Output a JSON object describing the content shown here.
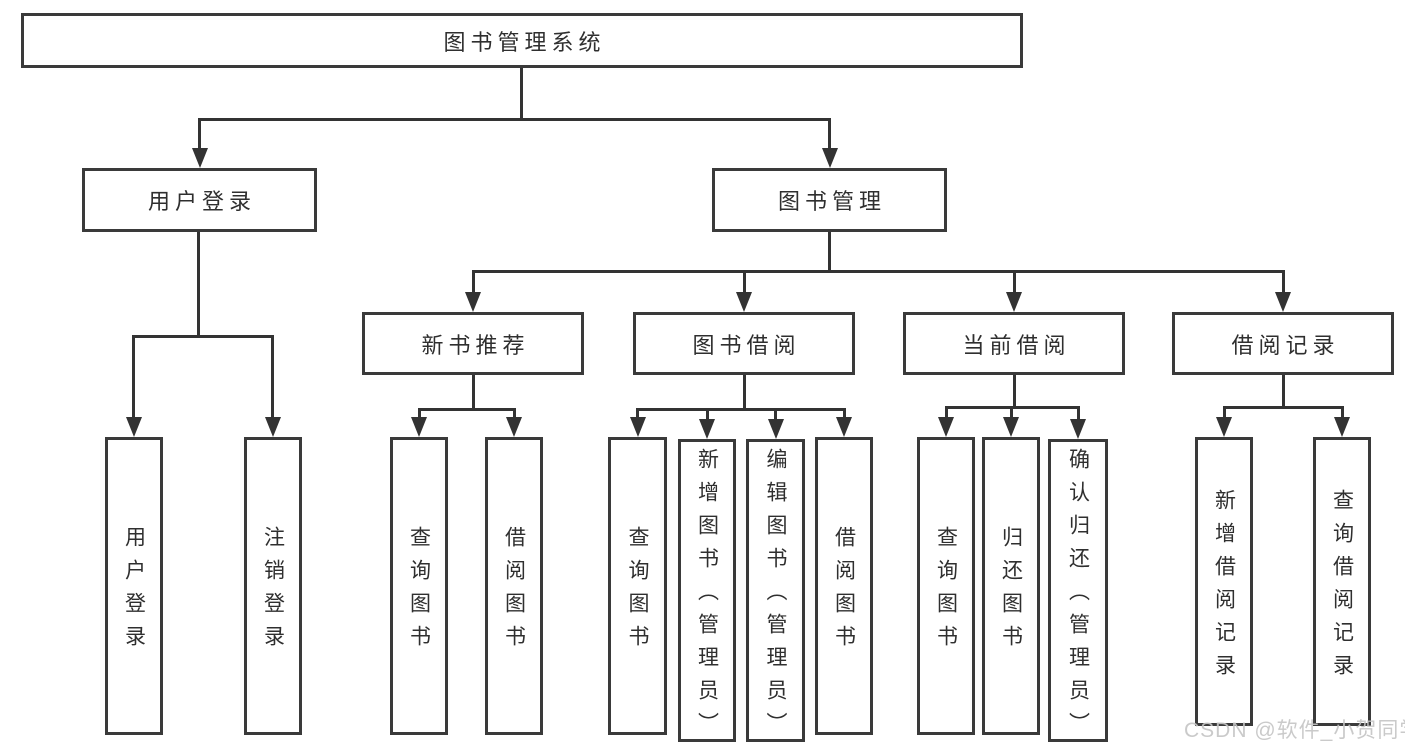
{
  "nodes": {
    "root": "图书管理系统",
    "login": "用户登录",
    "mgmt": "图书管理",
    "login_children": [
      "用户登录",
      "注销登录"
    ],
    "modules": [
      {
        "label": "新书推荐",
        "children": [
          "查询图书",
          "借阅图书"
        ]
      },
      {
        "label": "图书借阅",
        "children": [
          "查询图书",
          "新增图书（管理员）",
          "编辑图书（管理员）",
          "借阅图书"
        ]
      },
      {
        "label": "当前借阅",
        "children": [
          "查询图书",
          "归还图书",
          "确认归还（管理员）"
        ]
      },
      {
        "label": "借阅记录",
        "children": [
          "新增借阅记录",
          "查询借阅记录"
        ]
      }
    ]
  },
  "watermark": "CSDN @软件_小贺同学",
  "colors": {
    "line": "#333333",
    "border": "#3a3a3a",
    "text": "#2f2f2f",
    "watermark": "#c5c5c5",
    "background": "#ffffff"
  }
}
